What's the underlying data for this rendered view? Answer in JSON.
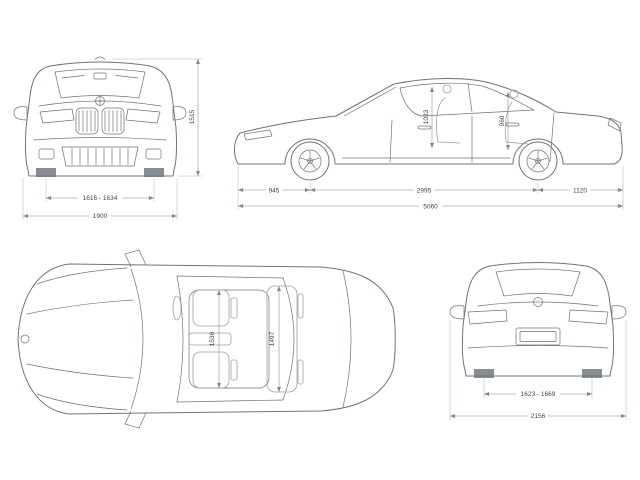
{
  "meta": {
    "background": "#ffffff",
    "line_color": "#6e737b",
    "dim_color": "#81868e"
  },
  "views": {
    "front": {
      "dims": {
        "track": "1616 - 1634",
        "width": "1900",
        "height": "1515"
      }
    },
    "side": {
      "dims": {
        "front_headroom": "1033",
        "rear_headroom": "960",
        "front_overhang": "945",
        "wheelbase": "2995",
        "rear_overhang": "1120",
        "length": "5060"
      }
    },
    "top": {
      "dims": {
        "front_width": "1536",
        "rear_width": "1497"
      }
    },
    "rear": {
      "dims": {
        "track": "1623 - 1669",
        "width": "2156"
      }
    }
  }
}
